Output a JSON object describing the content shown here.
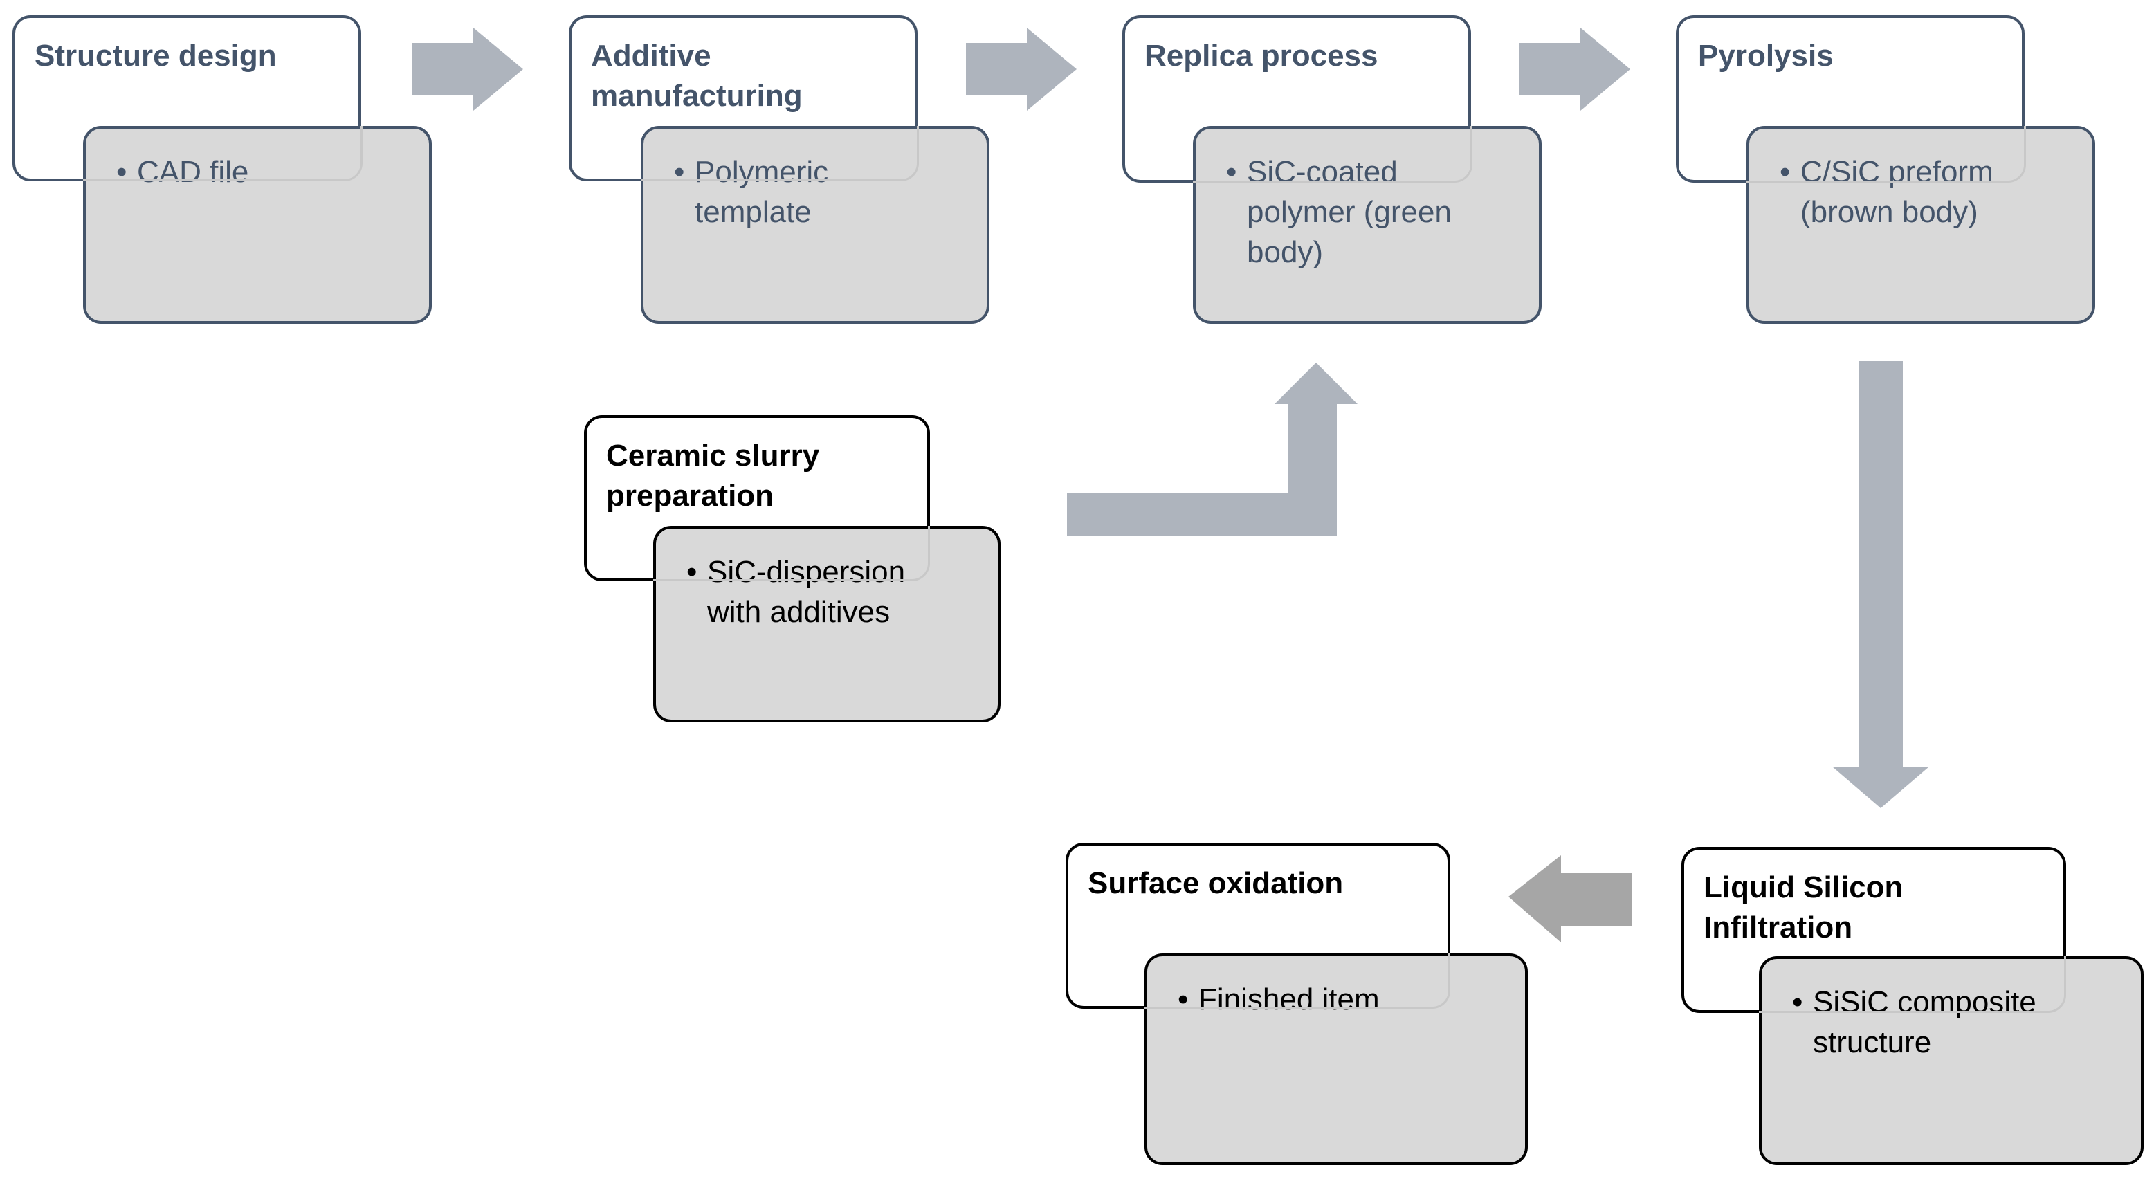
{
  "steps": [
    {
      "id": "structure-design",
      "title": "Structure design",
      "bullet": "CAD file"
    },
    {
      "id": "additive-manufacturing",
      "title": "Additive manufacturing",
      "bullet": "Polymeric template"
    },
    {
      "id": "replica-process",
      "title": "Replica process",
      "bullet": "SiC-coated polymer (green body)"
    },
    {
      "id": "pyrolysis",
      "title": "Pyrolysis",
      "bullet": "C/SiC preform (brown body)"
    },
    {
      "id": "ceramic-slurry",
      "title": "Ceramic slurry preparation",
      "bullet": "SiC-dispersion with additives"
    },
    {
      "id": "liquid-silicon",
      "title": "Liquid Silicon Infiltration",
      "bullet": "SiSiC composite structure"
    },
    {
      "id": "surface-oxidation",
      "title": "Surface oxidation",
      "bullet": "Finished item"
    }
  ],
  "colors": {
    "accent": "#44546a",
    "detail_fill": "#d9d9d9",
    "arrow_fill": "#aeb4bd",
    "arrow_dark_fill": "#a6a6a6"
  }
}
